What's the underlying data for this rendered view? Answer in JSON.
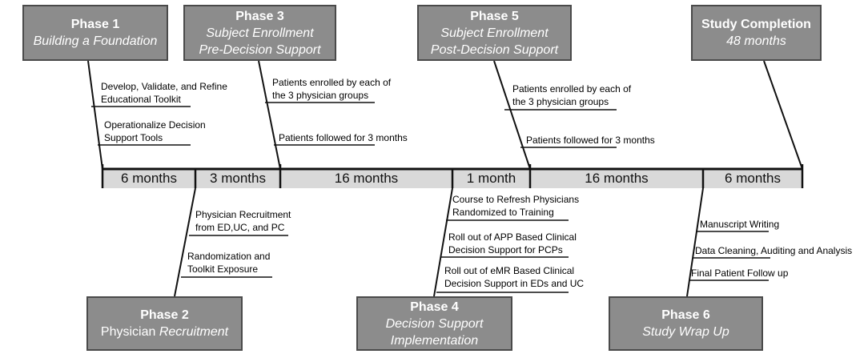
{
  "phases": {
    "p1": {
      "title": "Phase 1",
      "sub1": "Building a Foundation"
    },
    "p2": {
      "title": "Phase 2",
      "sub1": "Physician Recruitment"
    },
    "p3": {
      "title": "Phase 3",
      "sub1": "Subject Enrollment",
      "sub2": "Pre-Decision Support"
    },
    "p4": {
      "title": "Phase 4",
      "sub1": "Decision Support",
      "sub2": "Implementation"
    },
    "p5": {
      "title": "Phase 5",
      "sub1": "Subject Enrollment",
      "sub2": "Post-Decision Support"
    },
    "p6": {
      "title": "Phase 6",
      "sub1": "Study Wrap Up"
    },
    "completion": {
      "title": "Study Completion",
      "sub1": "48 months"
    }
  },
  "durations": [
    "6 months",
    "3 months",
    "16 months",
    "1 month",
    "16 months",
    "6 months"
  ],
  "annotations": {
    "p1": [
      "Develop, Validate, and Refine\nEducational Toolkit",
      "Operationalize Decision\nSupport Tools"
    ],
    "p3": [
      "Patients enrolled by each of\nthe 3 physician groups",
      "Patients followed for 3 months"
    ],
    "p5": [
      "Patients enrolled by each of\nthe 3 physician groups",
      "Patients followed for 3 months"
    ],
    "p2": [
      "Physician Recruitment\nfrom ED,UC, and PC",
      "Randomization and\nToolkit Exposure"
    ],
    "p4": [
      "Course to Refresh Physicians\nRandomized to Training",
      "Roll out of APP Based Clinical\nDecision Support for PCPs",
      "Roll out of eMR Based Clinical\nDecision Support in EDs and UC"
    ],
    "p6": [
      "Manuscript Writing",
      "Data Cleaning, Auditing and Analysis",
      "Final Patient Follow up"
    ]
  },
  "colors": {
    "box_fill": "#8c8c8c",
    "box_border": "#4a4a4a",
    "bar_fill": "#d9d9d9",
    "line": "#111111"
  }
}
